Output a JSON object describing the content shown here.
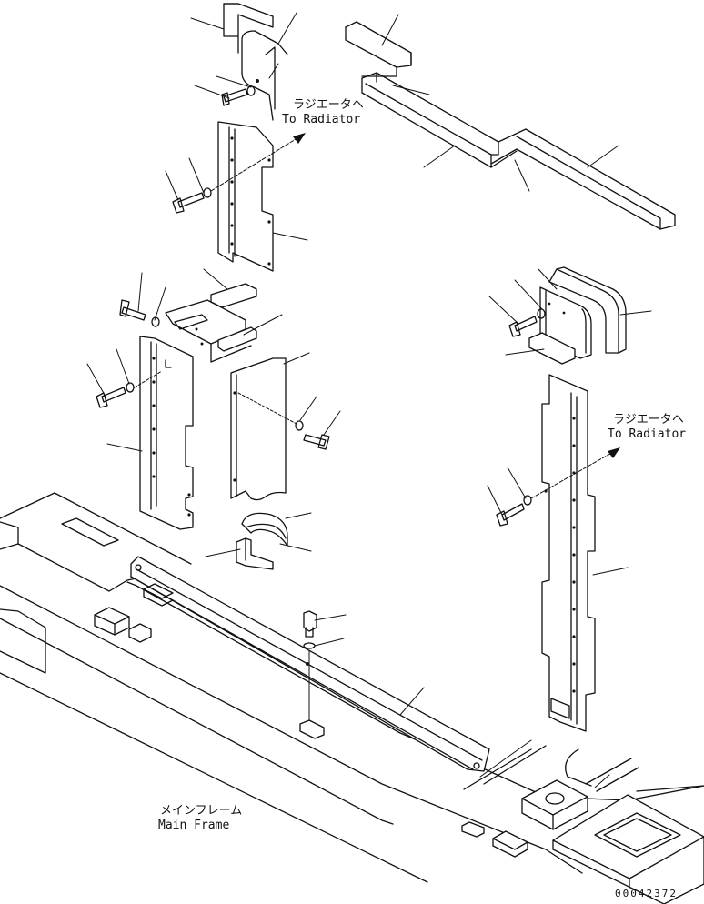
{
  "labels": {
    "radiator_upper_jp": "ラジエータヘ",
    "radiator_upper_en": "To Radiator",
    "radiator_right_jp": "ラジエータヘ",
    "radiator_right_en": "To Radiator",
    "main_frame_jp": "メインフレーム",
    "main_frame_en": "Main Frame"
  },
  "drawing_code": "00042372"
}
